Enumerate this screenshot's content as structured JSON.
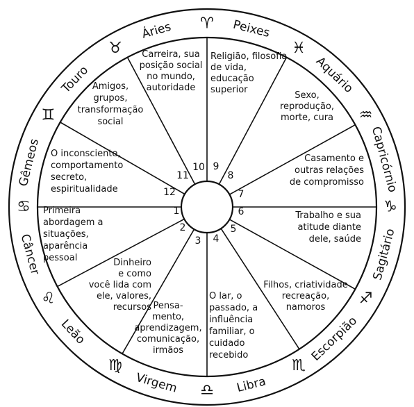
{
  "signs": [
    {
      "name": "Áries",
      "glyph": "♈"
    },
    {
      "name": "Peixes",
      "glyph": "♓"
    },
    {
      "name": "Aquário",
      "glyph": "♒"
    },
    {
      "name": "Capricórnio",
      "glyph": "♑"
    },
    {
      "name": "Sagitário",
      "glyph": "♐"
    },
    {
      "name": "Escorpião",
      "glyph": "♏"
    },
    {
      "name": "Libra",
      "glyph": "♎"
    },
    {
      "name": "Virgem",
      "glyph": "♍"
    },
    {
      "name": "Leão",
      "glyph": "♌"
    },
    {
      "name": "Câncer",
      "glyph": "♋"
    },
    {
      "name": "Gêmeos",
      "glyph": "♊"
    },
    {
      "name": "Touro",
      "glyph": "♉"
    }
  ],
  "houses": [
    {
      "number": "1",
      "lines": [
        "Primeira",
        "abordagem a",
        "situações,",
        "aparência",
        "pessoal"
      ]
    },
    {
      "number": "2",
      "lines": [
        "Dinheiro",
        "e como",
        "você lida com",
        "ele, valores,",
        "recursos"
      ]
    },
    {
      "number": "3",
      "lines": [
        "Pensa-",
        "mento,",
        "aprendizagem,",
        "comunicação,",
        "irmãos"
      ]
    },
    {
      "number": "4",
      "lines": [
        "O lar, o",
        "passado, a",
        "influência",
        "familiar, o",
        "cuidado",
        "recebido"
      ]
    },
    {
      "number": "5",
      "lines": [
        "Filhos, criatividade",
        "recreação,",
        "namoros"
      ]
    },
    {
      "number": "6",
      "lines": [
        "Trabalho e sua",
        "atitude diante",
        "dele, saúde"
      ]
    },
    {
      "number": "7",
      "lines": [
        "Casamento e",
        "outras relações",
        "de compromisso"
      ]
    },
    {
      "number": "8",
      "lines": [
        "Sexo,",
        "reprodução,",
        "morte, cura"
      ]
    },
    {
      "number": "9",
      "lines": [
        "Religião, filosofia",
        "de vida,",
        "educação",
        "superior"
      ]
    },
    {
      "number": "10",
      "lines": [
        "Carreira, sua",
        "posição social",
        "no mundo,",
        "autoridade"
      ]
    },
    {
      "number": "11",
      "lines": [
        "Amigos,",
        "grupos,",
        "transformação",
        "social"
      ]
    },
    {
      "number": "12",
      "lines": [
        "O inconsciente,",
        "comportamento",
        "secreto,",
        "espiritualidade"
      ]
    }
  ]
}
